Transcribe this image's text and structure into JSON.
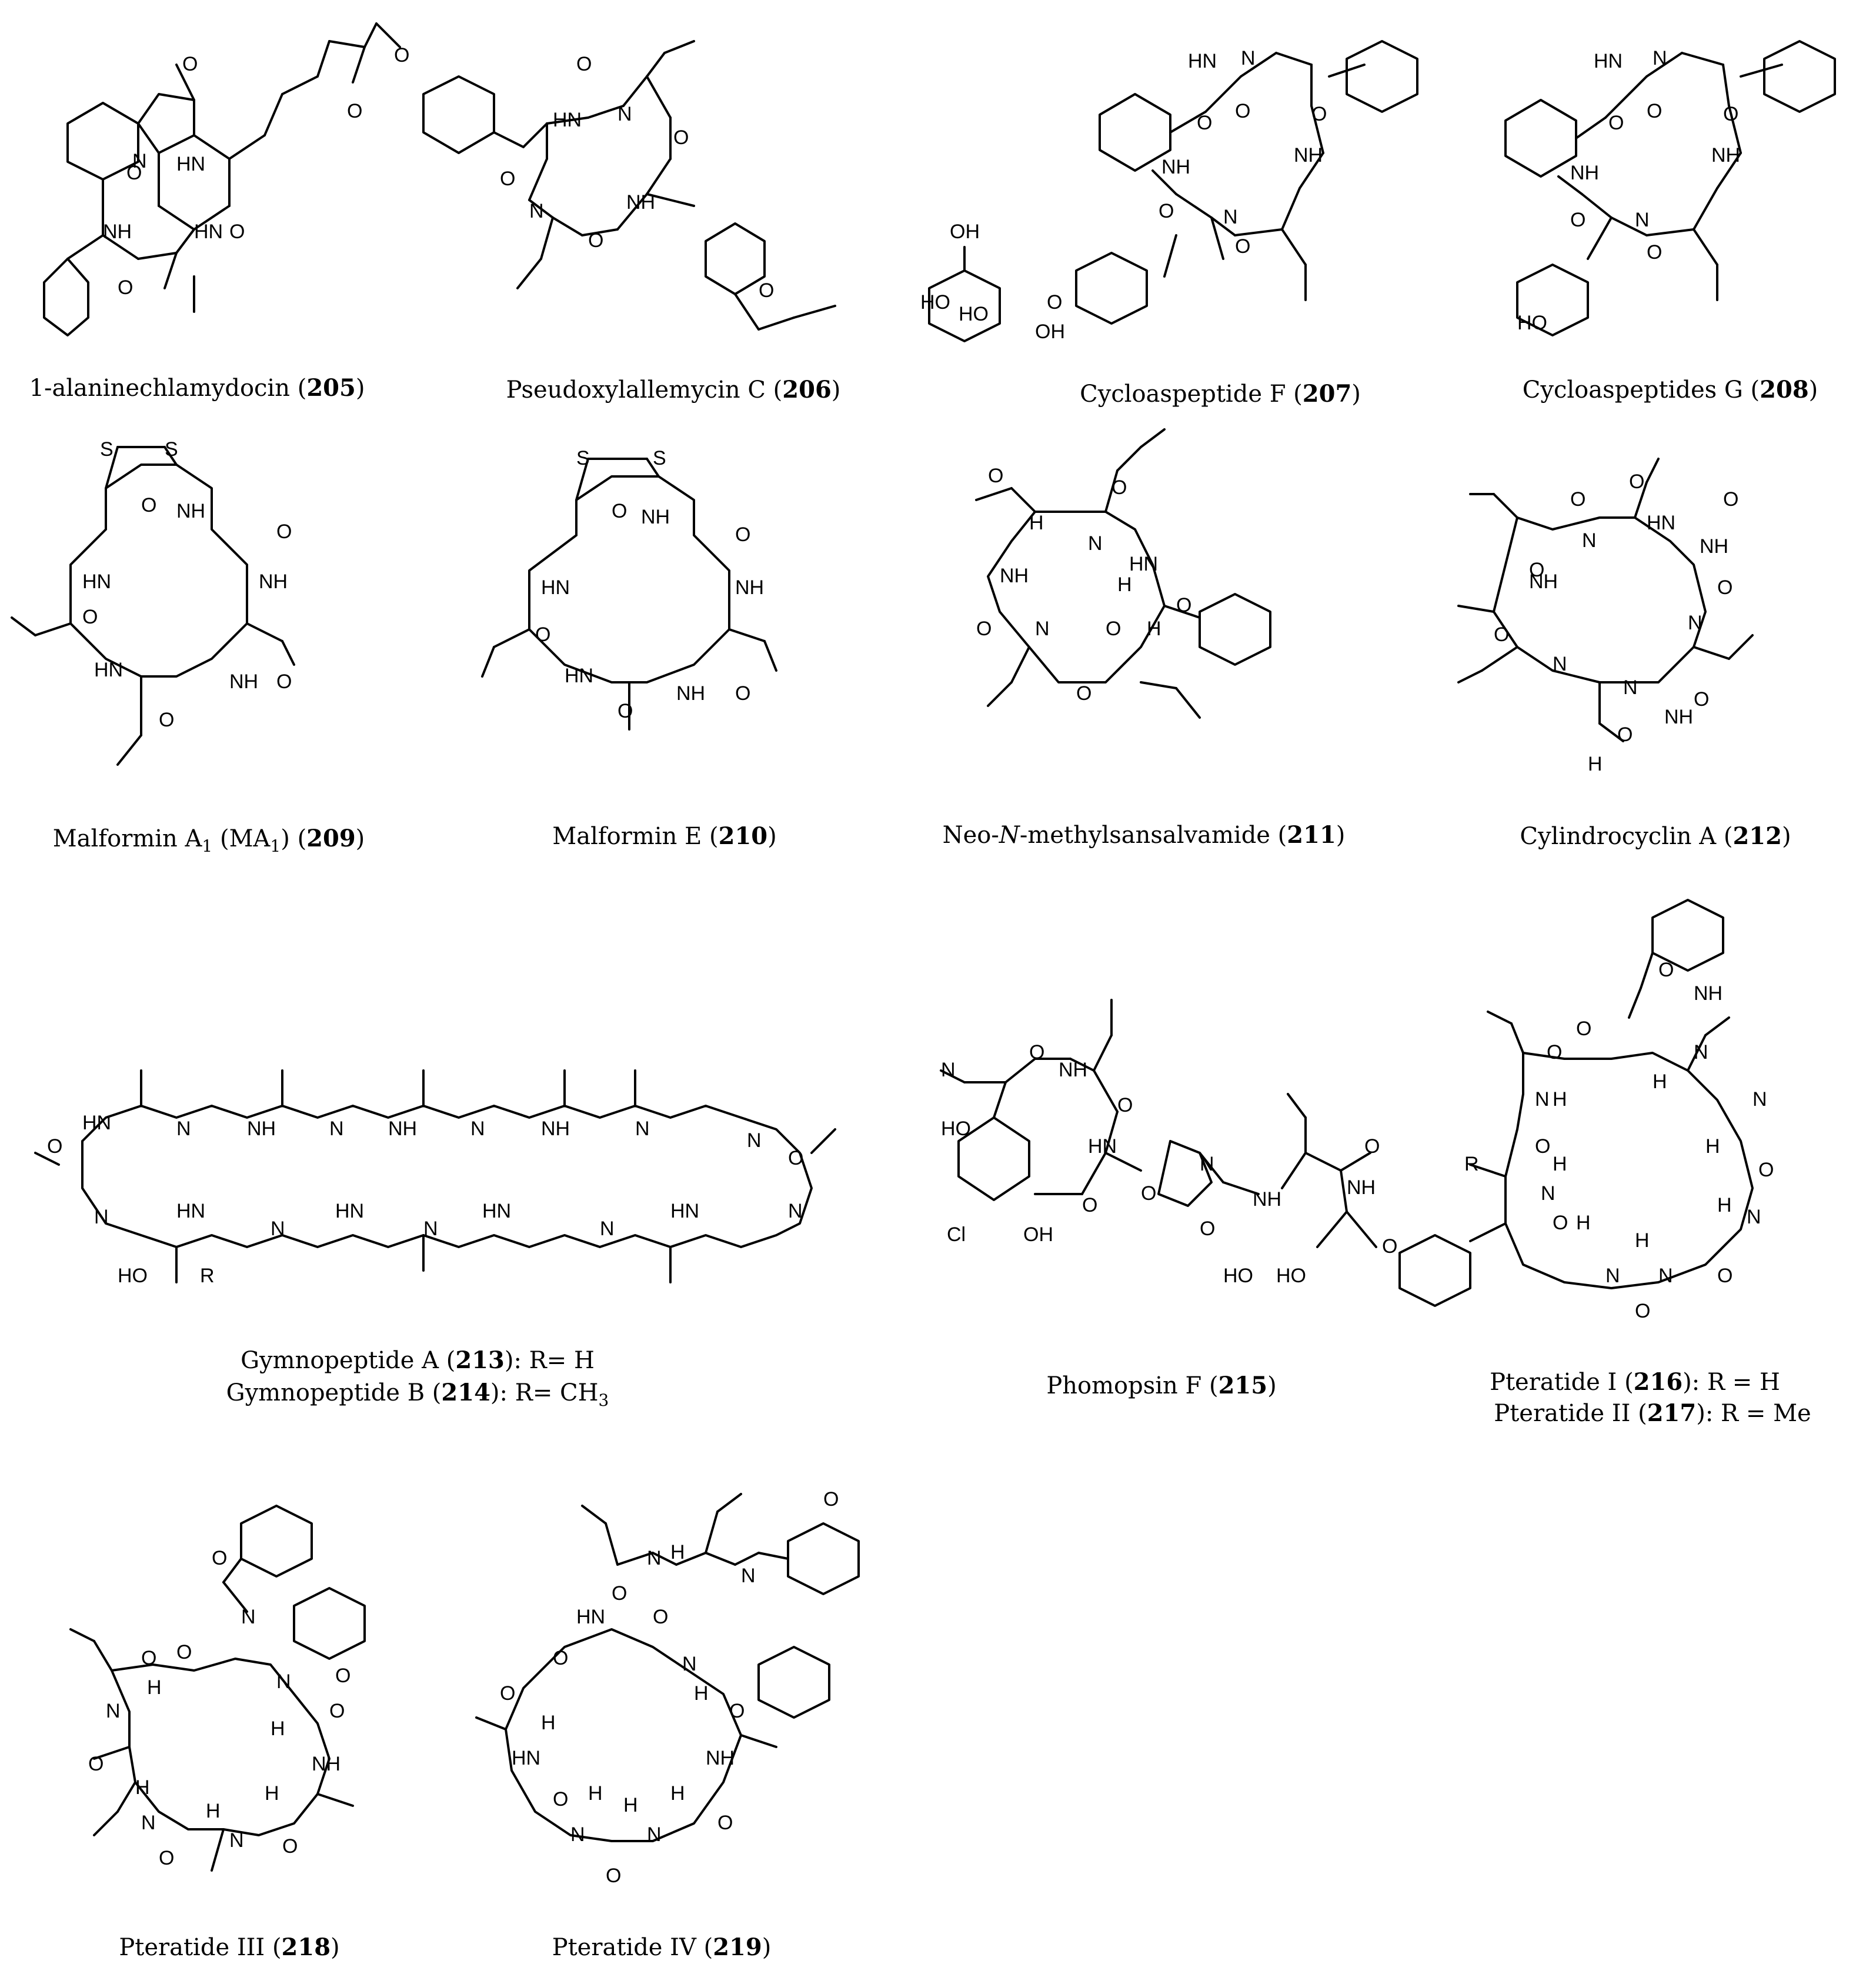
{
  "compounds": [
    {
      "id": "205",
      "name": "1-alaninechlamydocin (",
      "num": "205",
      "close": ")"
    },
    {
      "id": "206",
      "name": "Pseudoxylallemycin C (",
      "num": "206",
      "close": ")"
    },
    {
      "id": "207",
      "name": "Cycloaspeptide F (",
      "num": "207",
      "close": ")"
    },
    {
      "id": "208",
      "name": "Cycloaspeptides G (",
      "num": "208",
      "close": ")"
    },
    {
      "id": "209",
      "name_a": "Malformin A",
      "sub_a": "1",
      "name_b": " (MA",
      "sub_b": "1",
      "name_c": ") (",
      "num": "209",
      "close": ")"
    },
    {
      "id": "210",
      "name": "Malformin E (",
      "num": "210",
      "close": ")"
    },
    {
      "id": "211",
      "pre": "Neo-",
      "ital": "N",
      "post": "-methylsansalvamide (",
      "num": "211",
      "close": ")"
    },
    {
      "id": "212",
      "name": "Cylindrocyclin A (",
      "num": "212",
      "close": ")"
    },
    {
      "id": "213",
      "name": "Gymnopeptide A (",
      "num": "213",
      "close": "): R= H"
    },
    {
      "id": "214",
      "name": "Gymnopeptide B (",
      "num": "214",
      "close": "): R= CH",
      "sub": "3"
    },
    {
      "id": "215",
      "name": "Phomopsin F (",
      "num": "215",
      "close": ")"
    },
    {
      "id": "216",
      "name": "Pteratide I (",
      "num": "216",
      "close": "): R = H"
    },
    {
      "id": "217",
      "name": "Pteratide II (",
      "num": "217",
      "close": "): R = Me"
    },
    {
      "id": "218",
      "name": "Pteratide III (",
      "num": "218",
      "close": ")"
    },
    {
      "id": "219",
      "name": "Pteratide IV (",
      "num": "219",
      "close": ")"
    }
  ],
  "atoms": {
    "O": "O",
    "N": "N",
    "NH": "NH",
    "HN": "HN",
    "H": "H",
    "S": "S",
    "OH": "OH",
    "HO": "HO",
    "Cl": "Cl",
    "R": "R"
  }
}
